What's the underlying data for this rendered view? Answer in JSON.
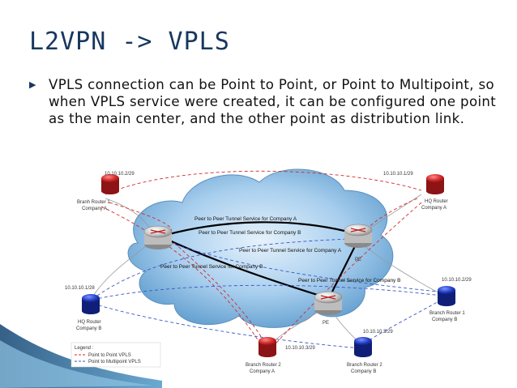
{
  "slide": {
    "title": "L2VPN -> VPLS",
    "bullet_icon": "triangle-right-icon",
    "bullet_text": "VPLS connection can be Point to Point, or Point to Multipoint, so when VPLS service were created, it can be configured one point as the main center, and the other point as distribution link."
  },
  "diagram": {
    "routers": {
      "branch1_a": {
        "name_line1": "Branh Router 1",
        "name_line2": "Company A",
        "ip": "10.10.10.2/29",
        "color": "#d42a2a"
      },
      "hq_a": {
        "name_line1": "HQ Router",
        "name_line2": "Company A",
        "ip": "10.10.10.1/29",
        "color": "#d42a2a"
      },
      "hq_b": {
        "name_line1": "HQ Router",
        "name_line2": "Company B",
        "ip": "10.10.10.1/28",
        "color": "#1f3fbf"
      },
      "branch1_b": {
        "name_line1": "Branch Router 1",
        "name_line2": "Company B",
        "ip": "10.10.10.2/29",
        "color": "#1f3fbf"
      },
      "branch2_a": {
        "name_line1": "Branch Router 2",
        "name_line2": "Company A",
        "ip": "10.10.10.3/29",
        "color": "#d42a2a"
      },
      "branch2_b": {
        "name_line1": "Branch Router 2",
        "name_line2": "Company B",
        "ip": "10.10.10.3/29",
        "color": "#1f3fbf"
      }
    },
    "pe_label": "PE",
    "tunnels": {
      "t1": "Peer to Peer Tunnel Service for Company A",
      "t2": "Peer to Peer Tunnel Service for Company B",
      "t3": "Peer to Peer Tunnel Service for Company A",
      "t4": "Peer to Peer Tunnel Service for Company B",
      "t5": "Peer to Peer Tunnel Service for Company B"
    },
    "legend": {
      "title": "Legend :",
      "item1": "Point to Point VPLS",
      "item2": "Point to Multipoint VPLS",
      "color1": "#d42a2a",
      "color2": "#3a55c8"
    }
  },
  "colors": {
    "title": "#17375e",
    "cloud": "#9fc8e8",
    "accent": "#1f5f8f"
  }
}
